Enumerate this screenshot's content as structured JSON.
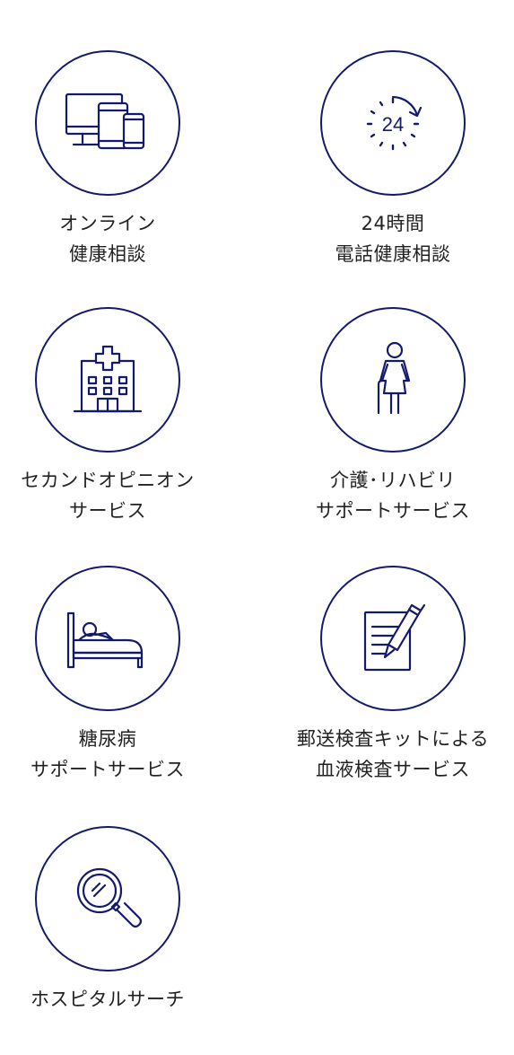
{
  "colors": {
    "accent": "#131a6e",
    "text": "#222222",
    "background": "#ffffff"
  },
  "services": [
    {
      "icon": "devices-icon",
      "lines": [
        "オンライン",
        "健康相談"
      ]
    },
    {
      "icon": "clock-24h-icon",
      "lines": [
        "24時間",
        "電話健康相談"
      ]
    },
    {
      "icon": "hospital-icon",
      "lines": [
        "セカンドオピニオン",
        "サービス"
      ]
    },
    {
      "icon": "elderly-cane-icon",
      "lines": [
        "介護･リハビリ",
        "サポートサービス"
      ]
    },
    {
      "icon": "bed-patient-icon",
      "lines": [
        "糖尿病",
        "サポートサービス"
      ]
    },
    {
      "icon": "document-pen-icon",
      "lines": [
        "郵送検査キットによる",
        "血液検査サービス"
      ]
    },
    {
      "icon": "magnifier-icon",
      "lines": [
        "ホスピタルサーチ"
      ]
    }
  ]
}
